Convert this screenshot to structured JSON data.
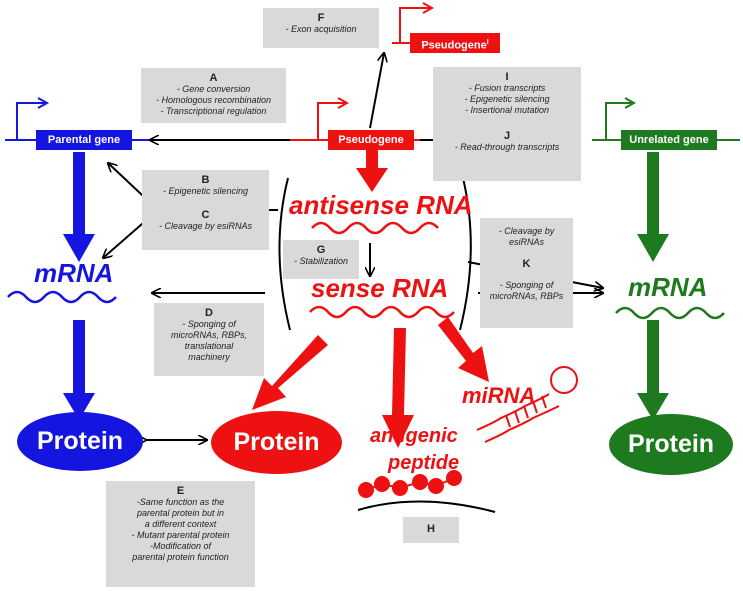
{
  "colors": {
    "blue": "#1515e0",
    "red": "#ee1111",
    "green": "#1e7a1e",
    "box": "#d9d9d9"
  },
  "genes": {
    "parental": "Parental gene",
    "pseudogene": "Pseudogene",
    "pseudogene_prime": "Pseudogene",
    "pseudogene_prime_mark": "I",
    "unrelated": "Unrelated gene"
  },
  "rna": {
    "antisense": "antisense RNA",
    "sense": "sense RNA",
    "mrna_left": "mRNA",
    "mrna_right": "mRNA",
    "mirna": "miRNA",
    "antigenic": "antigenic",
    "peptide": "peptide"
  },
  "proteins": {
    "left": "Protein",
    "middle": "Protein",
    "right": "Protein"
  },
  "boxes": {
    "A": {
      "letter": "A",
      "lines": [
        "- Gene conversion",
        "- Homologous recombination",
        "- Transcriptional regulation"
      ]
    },
    "B": {
      "letter": "B",
      "lines": [
        "- Epigenetic silencing"
      ]
    },
    "C": {
      "letter": "C",
      "lines": [
        "- Cleavage by esiRNAs"
      ]
    },
    "D": {
      "letter": "D",
      "lines": [
        "- Sponging of",
        "microRNAs, RBPs,",
        "translational",
        "machinery"
      ]
    },
    "E": {
      "letter": "E",
      "lines": [
        "-Same function as the",
        "parental protein but in",
        "a different context",
        "- Mutant parental protein",
        "-Modification of",
        "parental protein function"
      ]
    },
    "F": {
      "letter": "F",
      "lines": [
        "- Exon acquisition"
      ]
    },
    "G": {
      "letter": "G",
      "lines": [
        "- Stabilization"
      ]
    },
    "H": {
      "letter": "H",
      "lines": []
    },
    "I": {
      "letter": "I",
      "lines": [
        "- Fusion transcripts",
        "- Epigenetic silencing",
        "- Insertional mutation"
      ]
    },
    "J": {
      "letter": "J",
      "lines": [
        "- Read-through transcripts"
      ]
    },
    "K_top": {
      "letter": "",
      "lines": [
        "- Cleavage by",
        "esiRNAs"
      ]
    },
    "K": {
      "letter": "K",
      "lines": [
        "- Sponging of",
        "microRNAs, RBPs"
      ]
    }
  }
}
